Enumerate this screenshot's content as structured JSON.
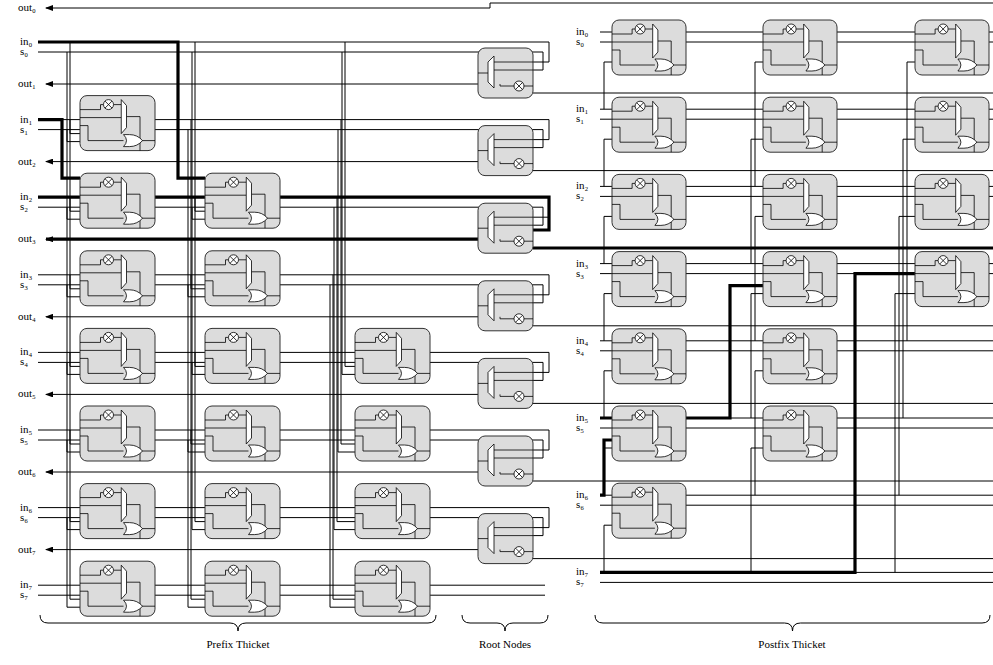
{
  "diagram": {
    "labels": [
      "out₀",
      "in₀",
      "s₀",
      "out₁",
      "in₁",
      "s₁",
      "out₂",
      "in₂",
      "s₂",
      "out₃",
      "in₃",
      "s₃",
      "out₄",
      "in₄",
      "s₄",
      "out₅",
      "in₅",
      "s₅",
      "out₆",
      "in₆",
      "s₆",
      "out₇",
      "in₇",
      "s₇",
      "in₀",
      "s₀",
      "in₁",
      "s₁",
      "in₂",
      "s₂",
      "in₃",
      "s₃",
      "in₄",
      "s₄",
      "in₅",
      "s₅",
      "in₆",
      "s₆",
      "in₇",
      "s₇",
      "Prefix Thicket",
      "Root Nodes",
      "Postfix Thicket"
    ]
  }
}
